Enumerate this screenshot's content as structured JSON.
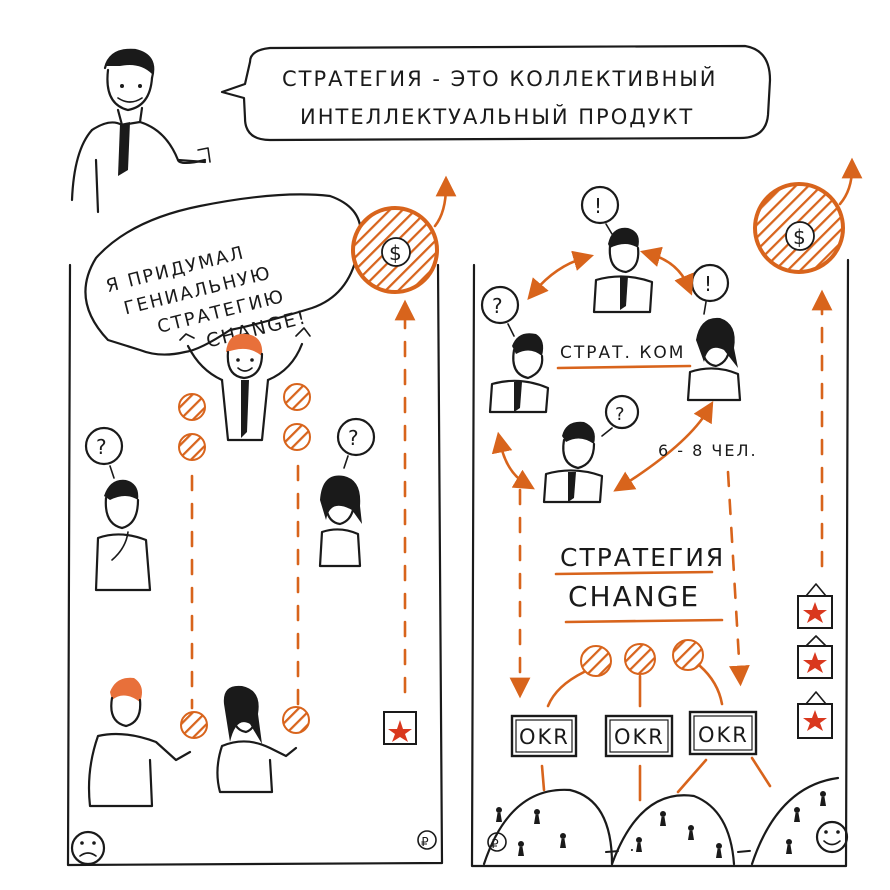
{
  "colors": {
    "accent": "#d8641c",
    "ink": "#1a1a1a",
    "hair": "#e8703a",
    "star": "#d9381e"
  },
  "speech_main": {
    "line1": "СТРАТЕГИЯ - ЭТО КОЛЛЕКТИВНЫЙ",
    "line2": "ИНТЕЛЛЕКТУАЛЬНЫЙ ПРОДУКТ"
  },
  "left_panel": {
    "thought": {
      "line1": "Я ПРИДУМАЛ",
      "line2": "ГЕНИАЛЬНУЮ",
      "line3": "СТРАТЕГИЮ",
      "line4": "CHANGE!"
    },
    "question": "?",
    "dollar": "$",
    "ruble": "₽",
    "mood_icon": "sad-face"
  },
  "right_panel": {
    "committee_label": "СТРАТ. КОМ",
    "team_size": "6 - 8 ЧЕЛ.",
    "exclamation": "!",
    "question": "?",
    "strategy_title": "СТРАТЕГИЯ",
    "strategy_name": "CHANGE",
    "okr_labels": [
      "OKR",
      "OKR",
      "OKR"
    ],
    "dollar": "$",
    "ruble": "₽",
    "mood_icon": "happy-face"
  }
}
